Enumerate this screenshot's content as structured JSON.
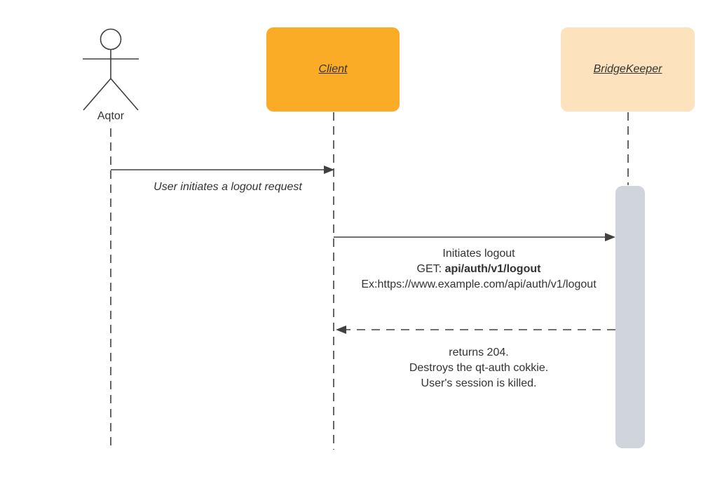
{
  "participants": {
    "actor": {
      "label": "Aqtor"
    },
    "client": {
      "label": "Client"
    },
    "bridgekeeper": {
      "label": "BridgeKeeper"
    }
  },
  "messages": {
    "m1": {
      "label": "User initiates a logout request"
    },
    "m2": {
      "line1": "Initiates logout",
      "line2_prefix": "GET: ",
      "line2_bold": "api/auth/v1/logout",
      "line3": "Ex:https://www.example.com/api/auth/v1/logout"
    },
    "m3": {
      "line1": "returns 204.",
      "line2": "Destroys the qt-auth cokkie.",
      "line3": "User's session is killed."
    }
  },
  "colors": {
    "client_fill": "#FBAC27",
    "bridgekeeper_fill": "#FCE3BD",
    "activation_fill": "#D0D5DD",
    "line": "#404040",
    "text": "#333333"
  }
}
